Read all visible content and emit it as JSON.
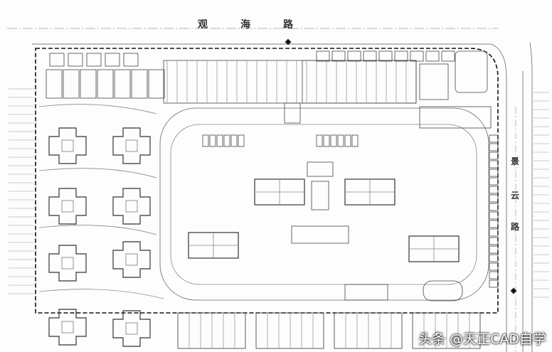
{
  "roads": {
    "north": [
      "观",
      "海",
      "路"
    ],
    "east": [
      "景",
      "云",
      "路"
    ]
  },
  "watermark": "头条 @天正CAD自学"
}
